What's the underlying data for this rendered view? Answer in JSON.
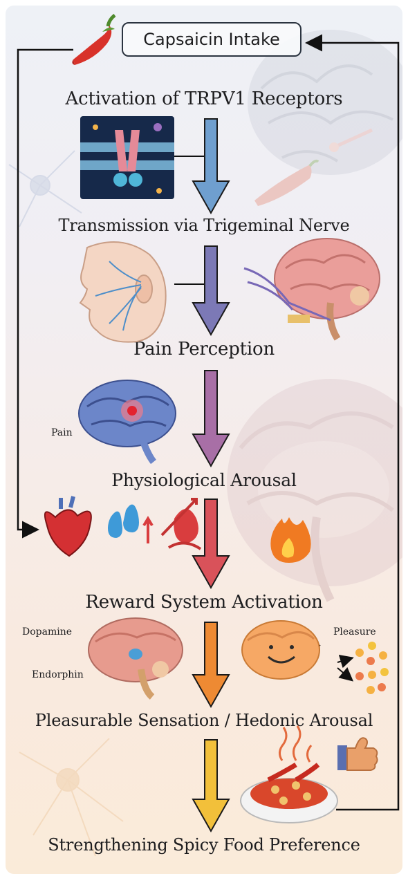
{
  "flowchart": {
    "start": "Capsaicin Intake",
    "steps": [
      "Activation of TRPV1 Receptors",
      "Transmission via Trigeminal Nerve",
      "Pain Perception",
      "Physiological Arousal",
      "Reward System Activation",
      "Pleasurable Sensation / Hedonic Arousal",
      "Strengthening Spicy Food Preference"
    ]
  },
  "labels": {
    "pain": "Pain",
    "dopamine": "Dopamine",
    "endorphin": "Endorphin",
    "pleasure": "Pleasure"
  },
  "arrow_colors": [
    "#6f9fcf",
    "#7c79b6",
    "#a86fa6",
    "#d9525a",
    "#ee8a33",
    "#f2c03a"
  ],
  "icons": [
    "chili-pepper-icon",
    "trpv1-receptor-icon",
    "face-nerve-icon",
    "brain-nerve-icon",
    "brain-pain-icon",
    "heart-icon",
    "water-drop-icon",
    "blood-pressure-icon",
    "fire-icon",
    "brain-dopamine-icon",
    "smiling-brain-icon",
    "spicy-dish-icon",
    "thumbs-up-icon"
  ]
}
